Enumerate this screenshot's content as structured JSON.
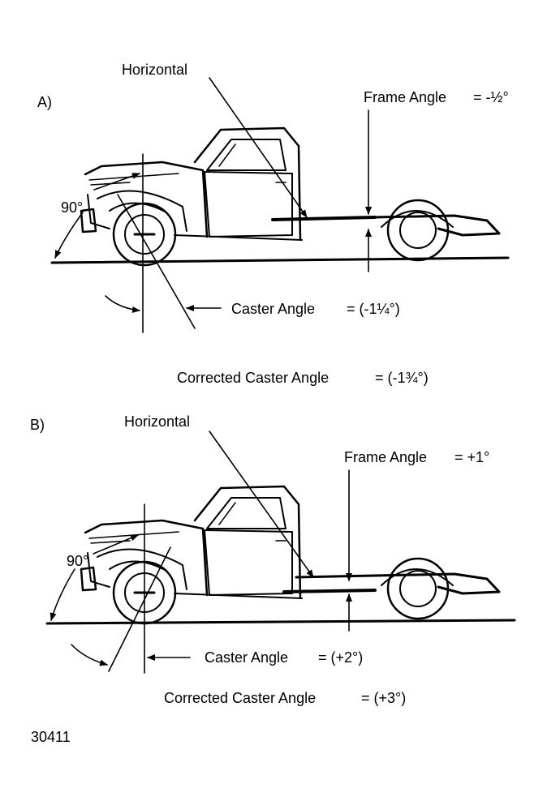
{
  "panel_a": {
    "tag": "A)",
    "horizontal_label": "Horizontal",
    "frame_angle_label": "Frame Angle",
    "frame_angle_value": "= -½°",
    "right_angle_label": "90°",
    "caster_angle_label": "Caster Angle",
    "caster_angle_value": "= (-1¼°)",
    "corrected_caster_label": "Corrected Caster Angle",
    "corrected_caster_value": "= (-1¾°)"
  },
  "panel_b": {
    "tag": "B)",
    "horizontal_label": "Horizontal",
    "frame_angle_label": "Frame Angle",
    "frame_angle_value": "= +1°",
    "right_angle_label": "90°",
    "caster_angle_label": "Caster Angle",
    "caster_angle_value": "= (+2°)",
    "corrected_caster_label": "Corrected Caster Angle",
    "corrected_caster_value": "= (+3°)"
  },
  "figure_number": "30411"
}
